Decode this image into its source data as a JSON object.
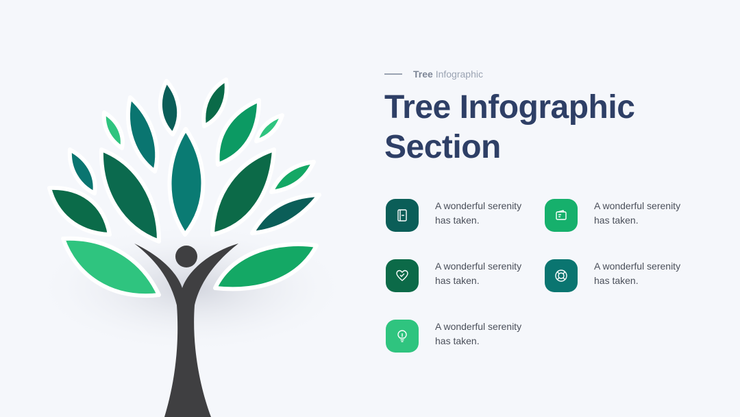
{
  "colors": {
    "background": "#f5f7fb",
    "title": "#2e3f66",
    "trunk": "#3f3f41",
    "dark_green": "#0b5e58",
    "teal": "#0a7b73",
    "green": "#0c9a63",
    "light_green": "#2fc47f"
  },
  "header": {
    "eyebrow_bold": "Tree",
    "eyebrow_rest": "Infographic",
    "title_line1": "Tree Infographic",
    "title_line2": "Section"
  },
  "items": [
    {
      "icon": "book-icon",
      "color": "#0b5e58",
      "line1": "A wonderful serenity",
      "line2": "has taken."
    },
    {
      "icon": "wallet-icon",
      "color": "#16b06c",
      "line1": "A wonderful serenity",
      "line2": "has taken."
    },
    {
      "icon": "heart-icon",
      "color": "#0c6a48",
      "line1": "A wonderful serenity",
      "line2": "has taken."
    },
    {
      "icon": "lifebuoy-icon",
      "color": "#0a7570",
      "line1": "A wonderful serenity",
      "line2": "has taken."
    },
    {
      "icon": "lightbulb-icon",
      "color": "#2fc47f",
      "line1": "A wonderful serenity",
      "line2": "has taken."
    }
  ]
}
